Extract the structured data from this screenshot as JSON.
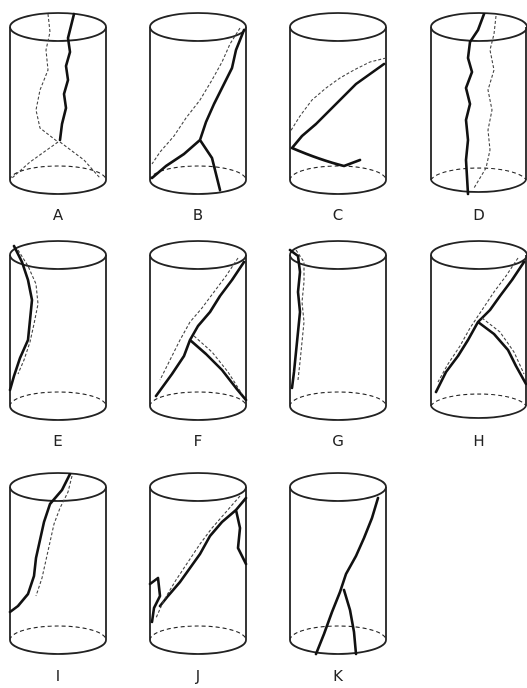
{
  "specimens": [
    {
      "id": "A",
      "label": "A"
    },
    {
      "id": "B",
      "label": "B"
    },
    {
      "id": "C",
      "label": "C"
    },
    {
      "id": "D",
      "label": "D"
    },
    {
      "id": "E",
      "label": "E"
    },
    {
      "id": "F",
      "label": "F"
    },
    {
      "id": "G",
      "label": "G"
    },
    {
      "id": "H",
      "label": "H"
    },
    {
      "id": "I",
      "label": "I"
    },
    {
      "id": "J",
      "label": "J"
    },
    {
      "id": "K",
      "label": "K"
    }
  ]
}
